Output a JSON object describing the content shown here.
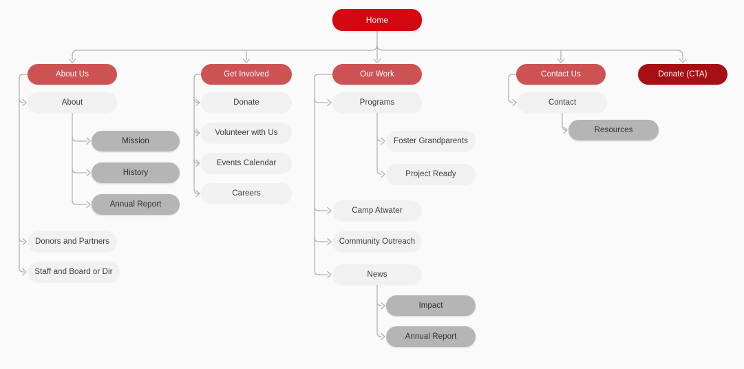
{
  "diagram": {
    "type": "sitemap-tree",
    "colors": {
      "primary": "#d50710",
      "section": "#cd5254",
      "cta": "#a60f13",
      "page": "#f1f1f1",
      "subpage": "#b5b5b5",
      "connector": "#b0b0b0",
      "background": "#fafafa",
      "text_dark": "#3a3a3a",
      "text_light": "#ffffff"
    },
    "nodes": [
      {
        "id": "home",
        "label": "Home",
        "variant": "primary"
      },
      {
        "id": "about-us",
        "label": "About Us",
        "variant": "section"
      },
      {
        "id": "get-involved",
        "label": "Get Involved",
        "variant": "section"
      },
      {
        "id": "our-work",
        "label": "Our Work",
        "variant": "section"
      },
      {
        "id": "contact-us",
        "label": "Contact Us",
        "variant": "section"
      },
      {
        "id": "donate-cta",
        "label": "Donate (CTA)",
        "variant": "cta"
      },
      {
        "id": "about",
        "label": "About",
        "variant": "page"
      },
      {
        "id": "mission",
        "label": "Mission",
        "variant": "subpage"
      },
      {
        "id": "history",
        "label": "History",
        "variant": "subpage"
      },
      {
        "id": "annual-report-about",
        "label": "Annual Report",
        "variant": "subpage"
      },
      {
        "id": "donors-and-partners",
        "label": "Donors and Partners",
        "variant": "page"
      },
      {
        "id": "staff-and-board",
        "label": "Staff and Board or Dir",
        "variant": "page"
      },
      {
        "id": "donate",
        "label": "Donate",
        "variant": "page"
      },
      {
        "id": "volunteer",
        "label": "Volunteer with Us",
        "variant": "page"
      },
      {
        "id": "events-calendar",
        "label": "Events Calendar",
        "variant": "page"
      },
      {
        "id": "careers",
        "label": "Careers",
        "variant": "page"
      },
      {
        "id": "programs",
        "label": "Programs",
        "variant": "page"
      },
      {
        "id": "foster-grandparents",
        "label": "Foster Grandparents",
        "variant": "page"
      },
      {
        "id": "project-ready",
        "label": "Project Ready",
        "variant": "page"
      },
      {
        "id": "camp-atwater",
        "label": "Camp Atwater",
        "variant": "page"
      },
      {
        "id": "community-outreach",
        "label": "Community Outreach",
        "variant": "page"
      },
      {
        "id": "news",
        "label": "News",
        "variant": "page"
      },
      {
        "id": "impact",
        "label": "Impact",
        "variant": "subpage"
      },
      {
        "id": "annual-report-news",
        "label": "Annual Report",
        "variant": "subpage"
      },
      {
        "id": "contact",
        "label": "Contact",
        "variant": "page"
      },
      {
        "id": "resources",
        "label": "Resources",
        "variant": "subpage"
      }
    ],
    "edges": [
      {
        "type": "fan",
        "from": "home",
        "to": [
          "about-us",
          "get-involved",
          "our-work",
          "contact-us",
          "donate-cta"
        ]
      },
      {
        "type": "side",
        "from": "about-us",
        "to": [
          "about",
          "donors-and-partners",
          "staff-and-board"
        ]
      },
      {
        "type": "drop",
        "from": "about",
        "to": [
          "mission",
          "history",
          "annual-report-about"
        ]
      },
      {
        "type": "side",
        "from": "get-involved",
        "to": [
          "donate",
          "volunteer",
          "events-calendar",
          "careers"
        ]
      },
      {
        "type": "side",
        "from": "our-work",
        "to": [
          "programs",
          "camp-atwater",
          "community-outreach",
          "news"
        ]
      },
      {
        "type": "drop",
        "from": "programs",
        "to": [
          "foster-grandparents",
          "project-ready"
        ]
      },
      {
        "type": "drop",
        "from": "news",
        "to": [
          "impact",
          "annual-report-news"
        ]
      },
      {
        "type": "side",
        "from": "contact-us",
        "to": [
          "contact"
        ]
      },
      {
        "type": "drop",
        "from": "contact",
        "to": [
          "resources"
        ]
      }
    ]
  }
}
